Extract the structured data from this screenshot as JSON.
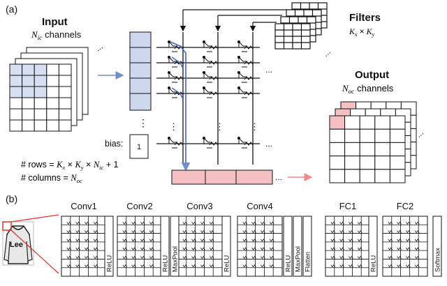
{
  "panel_a": {
    "tag": "(a)",
    "input": {
      "title": "Input",
      "channels_sym": "N",
      "channels_sub": "ic",
      "channels_word": "channels"
    },
    "filters": {
      "title": "Filters",
      "kx": "K",
      "kx_sub": "x",
      "times": "×",
      "ky": "K",
      "ky_sub": "y"
    },
    "output": {
      "title": "Output",
      "channels_sym": "N",
      "channels_sub": "oc",
      "channels_word": "channels"
    },
    "bias_label": "bias:",
    "bias_value": "1",
    "rows_formula": "# rows = K_x × K_y × N_ic + 1",
    "rows_parts": {
      "prefix": "# rows = ",
      "k1": "K",
      "k1s": "x",
      "t1": " × ",
      "k2": "K",
      "k2s": "y",
      "t2": " × ",
      "n": "N",
      "ns": "ic",
      "tail": " + 1"
    },
    "cols_formula": "# columns = N_oc",
    "cols_parts": {
      "prefix": "# columns = ",
      "n": "N",
      "ns": "oc"
    },
    "ellipsis": "...",
    "vdots": "⋮",
    "colors": {
      "input_fill": "#d6e0f2",
      "vector_fill": "#cdd8ee",
      "arrow_blue": "#6f8fca",
      "output_fill": "#f4c0c2",
      "arrow_pink": "#ef8a90",
      "line": "#111111"
    }
  },
  "panel_b": {
    "tag": "(b)",
    "layers": [
      "Conv1",
      "Conv2",
      "Conv3",
      "Conv4",
      "FC1",
      "FC2"
    ],
    "ops": [
      "ReLU",
      "ReLU",
      "MaxPool",
      "ReLU",
      "ReLU",
      "MaxPool",
      "Flatten",
      "ReLU",
      "Softmax"
    ],
    "image_text": "Lee"
  }
}
